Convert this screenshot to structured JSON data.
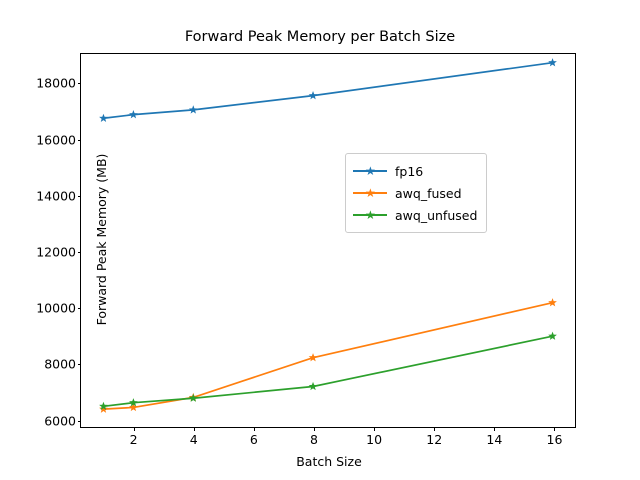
{
  "chart_data": {
    "type": "line",
    "title": "Forward Peak Memory per Batch Size",
    "xlabel": "Batch Size",
    "ylabel": "Forward Peak Memory (MB)",
    "x": [
      1,
      2,
      4,
      8,
      16
    ],
    "xlim": [
      0.25,
      16.75
    ],
    "ylim": [
      5700,
      19050
    ],
    "xticks": [
      2,
      4,
      6,
      8,
      10,
      12,
      14,
      16
    ],
    "yticks": [
      6000,
      8000,
      10000,
      12000,
      14000,
      16000,
      18000
    ],
    "grid": false,
    "legend_position": "center right",
    "marker": "star",
    "series": [
      {
        "name": "fp16",
        "color": "#1f77b4",
        "values": [
          16750,
          16880,
          17050,
          17560,
          18740
        ]
      },
      {
        "name": "awq_fused",
        "color": "#ff7f0e",
        "values": [
          6340,
          6400,
          6760,
          8180,
          10150
        ]
      },
      {
        "name": "awq_unfused",
        "color": "#2ca02c",
        "values": [
          6440,
          6570,
          6730,
          7150,
          8950
        ]
      }
    ]
  },
  "figure": {
    "background_color": "#ffffff",
    "axes_color": "#000000"
  }
}
